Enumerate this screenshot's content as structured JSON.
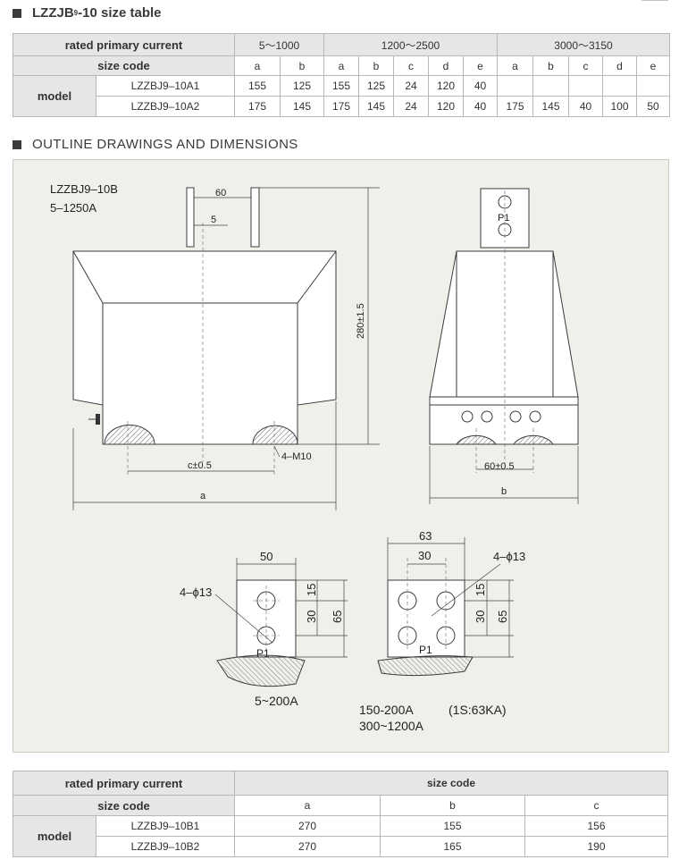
{
  "section1": {
    "title_prefix": "LZZJB",
    "title_sub": "9",
    "title_suffix": "-10 size table"
  },
  "table1": {
    "row_current_label": "rated primary current",
    "ranges": [
      "5～1000",
      "1200～2500",
      "3000～3150"
    ],
    "row_size_label": "size code",
    "codes": [
      "a",
      "b",
      "a",
      "b",
      "c",
      "d",
      "e",
      "a",
      "b",
      "c",
      "d",
      "e"
    ],
    "model_label": "model",
    "rows": [
      {
        "model": "LZZBJ9–10A1",
        "values": [
          "155",
          "125",
          "155",
          "125",
          "24",
          "120",
          "40",
          "",
          "",
          "",
          "",
          ""
        ]
      },
      {
        "model": "LZZBJ9–10A2",
        "values": [
          "175",
          "145",
          "175",
          "145",
          "24",
          "120",
          "40",
          "175",
          "145",
          "40",
          "100",
          "50"
        ]
      }
    ]
  },
  "section2": {
    "title": "OUTLINE DRAWINGS AND DIMENSIONS"
  },
  "drawing": {
    "model_label": "LZZBJ9–10B",
    "current_range": "5–1250A",
    "dim_60": "60",
    "dim_5": "5",
    "dim_280": "280±1.5",
    "dim_c": "c±0.5",
    "dim_a": "a",
    "bolt_label": "4–M10",
    "p1": "P1",
    "dim_60b": "60±0.5",
    "dim_b": "b",
    "dim_50": "50",
    "hole_label": "4–ϕ13",
    "dim_15": "15",
    "dim_30": "30",
    "dim_65": "65",
    "caption_left": "5~200A",
    "dim_63": "63",
    "caption_right_1": "150-200A",
    "caption_right_1b": "(1S:63KA)",
    "caption_right_2": "300~1200A"
  },
  "table2": {
    "row_current_label": "rated primary current",
    "size_code_header": "size code",
    "row_size_label": "size code",
    "codes": [
      "a",
      "b",
      "c"
    ],
    "model_label": "model",
    "rows": [
      {
        "model": "LZZBJ9–10B1",
        "values": [
          "270",
          "155",
          "156"
        ]
      },
      {
        "model": "LZZBJ9–10B2",
        "values": [
          "270",
          "165",
          "190"
        ]
      }
    ]
  }
}
